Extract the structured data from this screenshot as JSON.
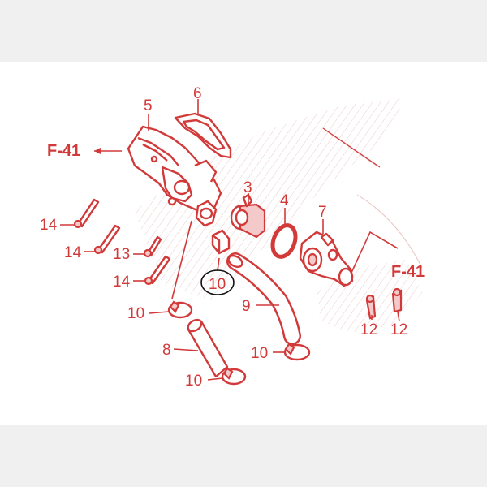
{
  "diagram": {
    "colors": {
      "accent": "#d23a3a",
      "background": "#ffffff",
      "page": "#f0f0f0"
    },
    "labels": {
      "part5": "5",
      "part6": "6",
      "part3": "3",
      "part4": "4",
      "part7": "7",
      "part8": "8",
      "part9": "9",
      "part10_circled": "10",
      "part10_a": "10",
      "part10_b": "10",
      "part10_c": "10",
      "part12_a": "12",
      "part12_b": "12",
      "part13": "13",
      "part14_a": "14",
      "part14_b": "14",
      "part14_c": "14"
    },
    "refs": {
      "ref_left": "F-41",
      "ref_right": "F-41"
    }
  }
}
